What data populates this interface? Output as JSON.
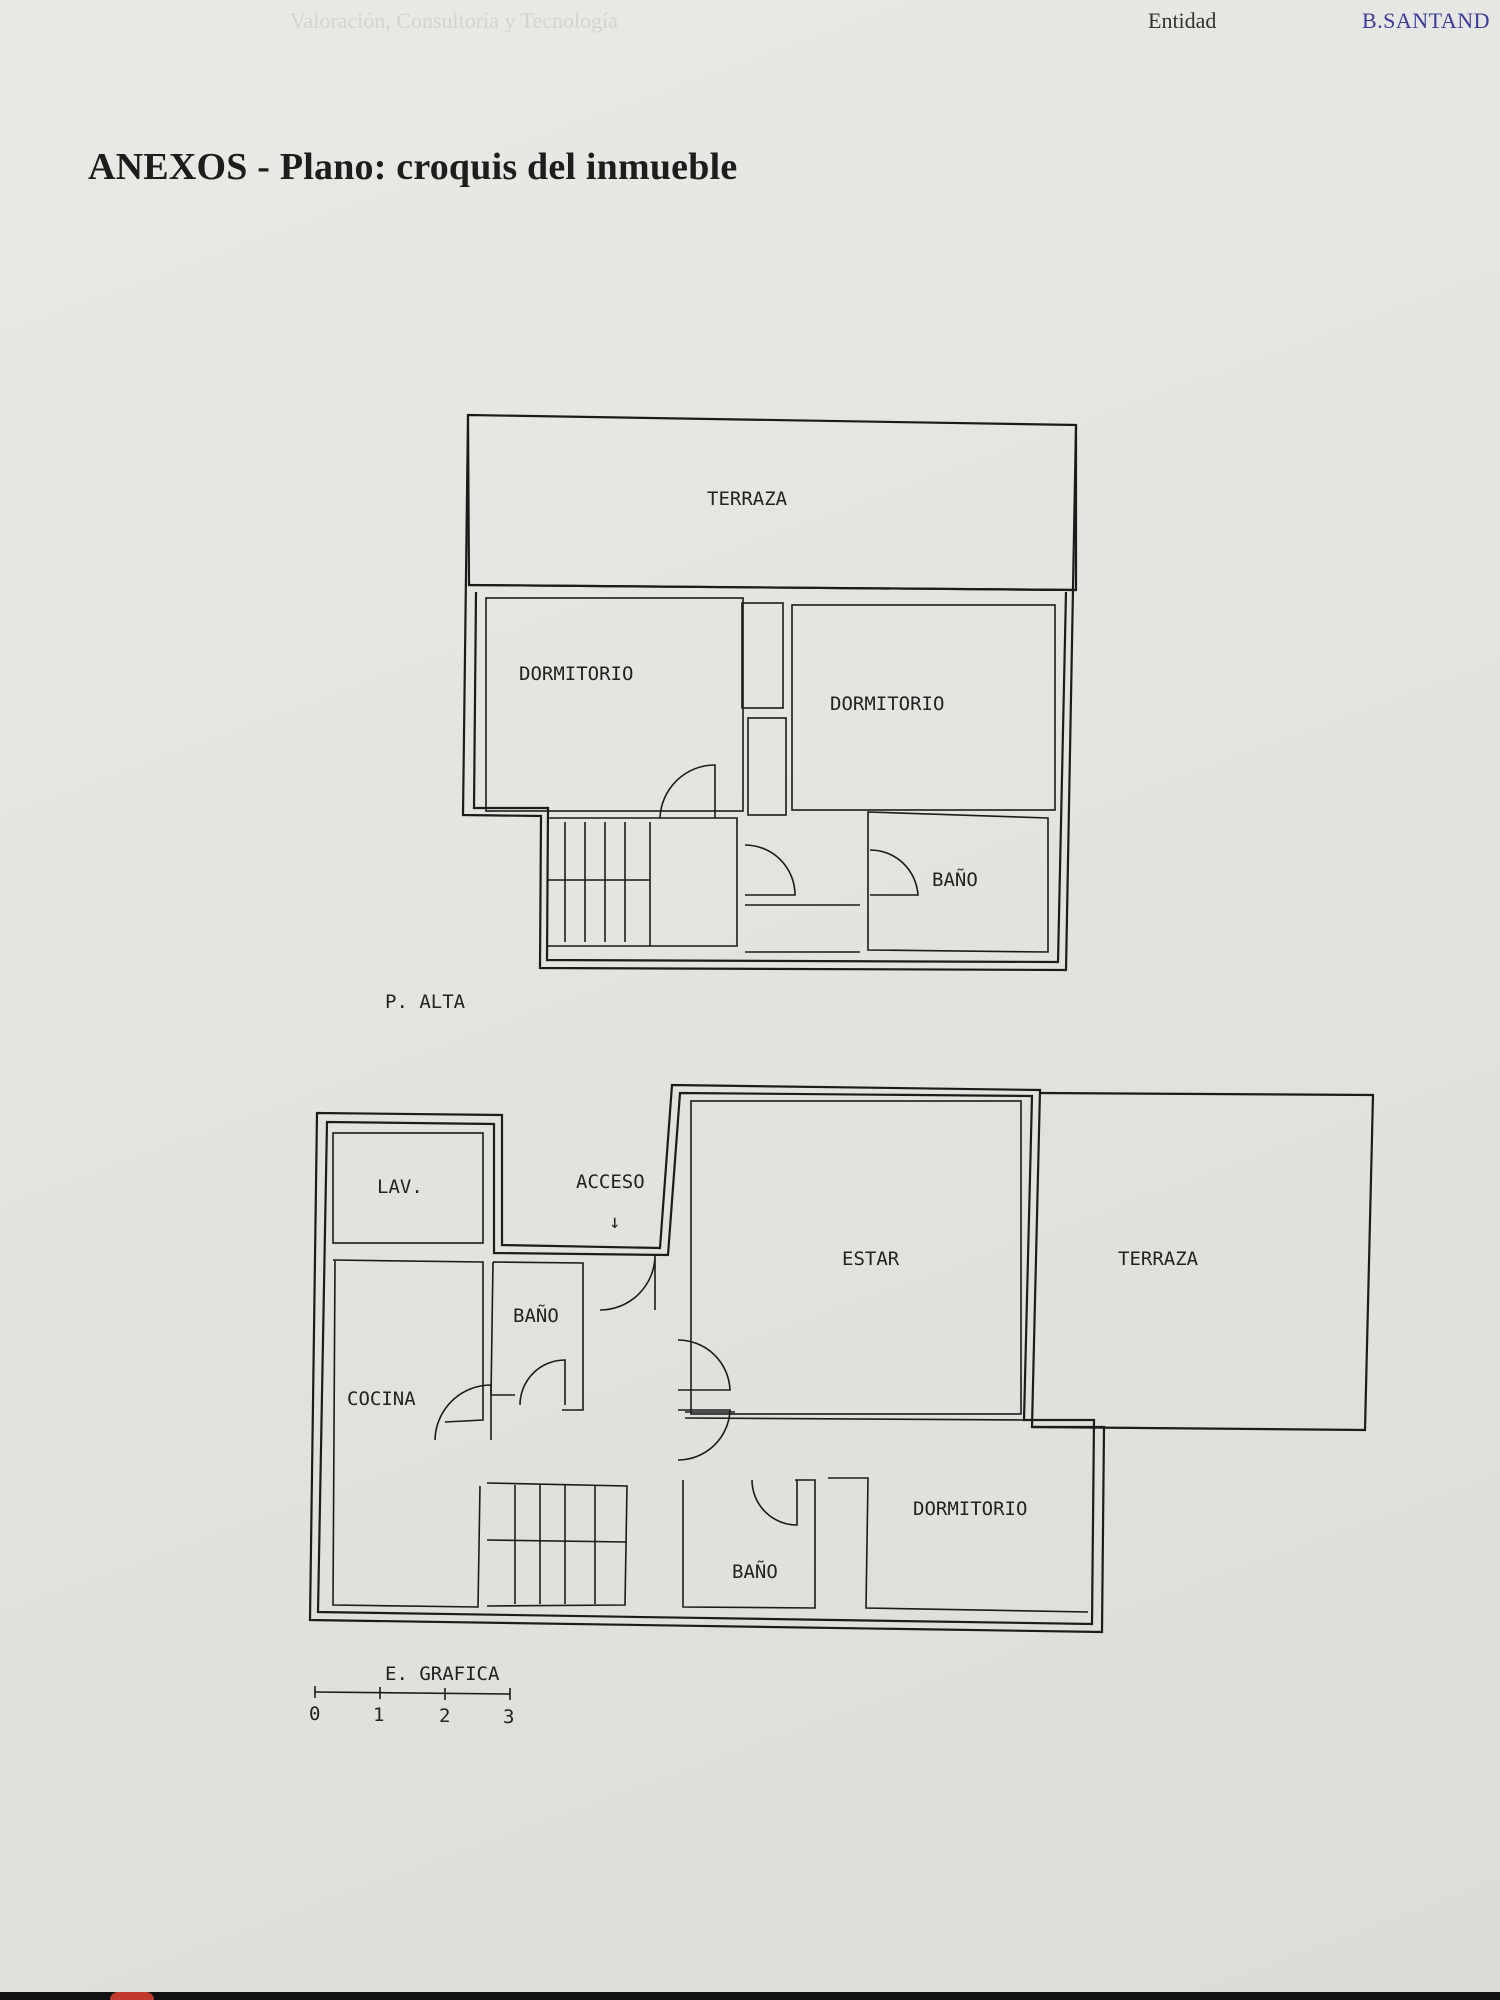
{
  "header": {
    "company": "Valoración, Consultoría y Tecnología",
    "entity_label": "Entidad",
    "bank": "B.SANTAND"
  },
  "title": "ANEXOS - Plano: croquis del inmueble",
  "upper_floor": {
    "label": "P. ALTA",
    "rooms": {
      "terrace": "TERRAZA",
      "bedroom_left": "DORMITORIO",
      "bedroom_right": "DORMITORIO",
      "bath": "BAÑO"
    }
  },
  "ground_floor": {
    "rooms": {
      "laundry": "LAV.",
      "access": "ACCESO",
      "access_arrow": "↓",
      "living": "ESTAR",
      "terrace": "TERRAZA",
      "bath_top": "BAÑO",
      "kitchen": "COCINA",
      "bedroom": "DORMITORIO",
      "bath_bottom": "BAÑO"
    }
  },
  "scale": {
    "label": "E. GRAFICA",
    "ticks": [
      "0",
      "1",
      "2",
      "3"
    ]
  }
}
